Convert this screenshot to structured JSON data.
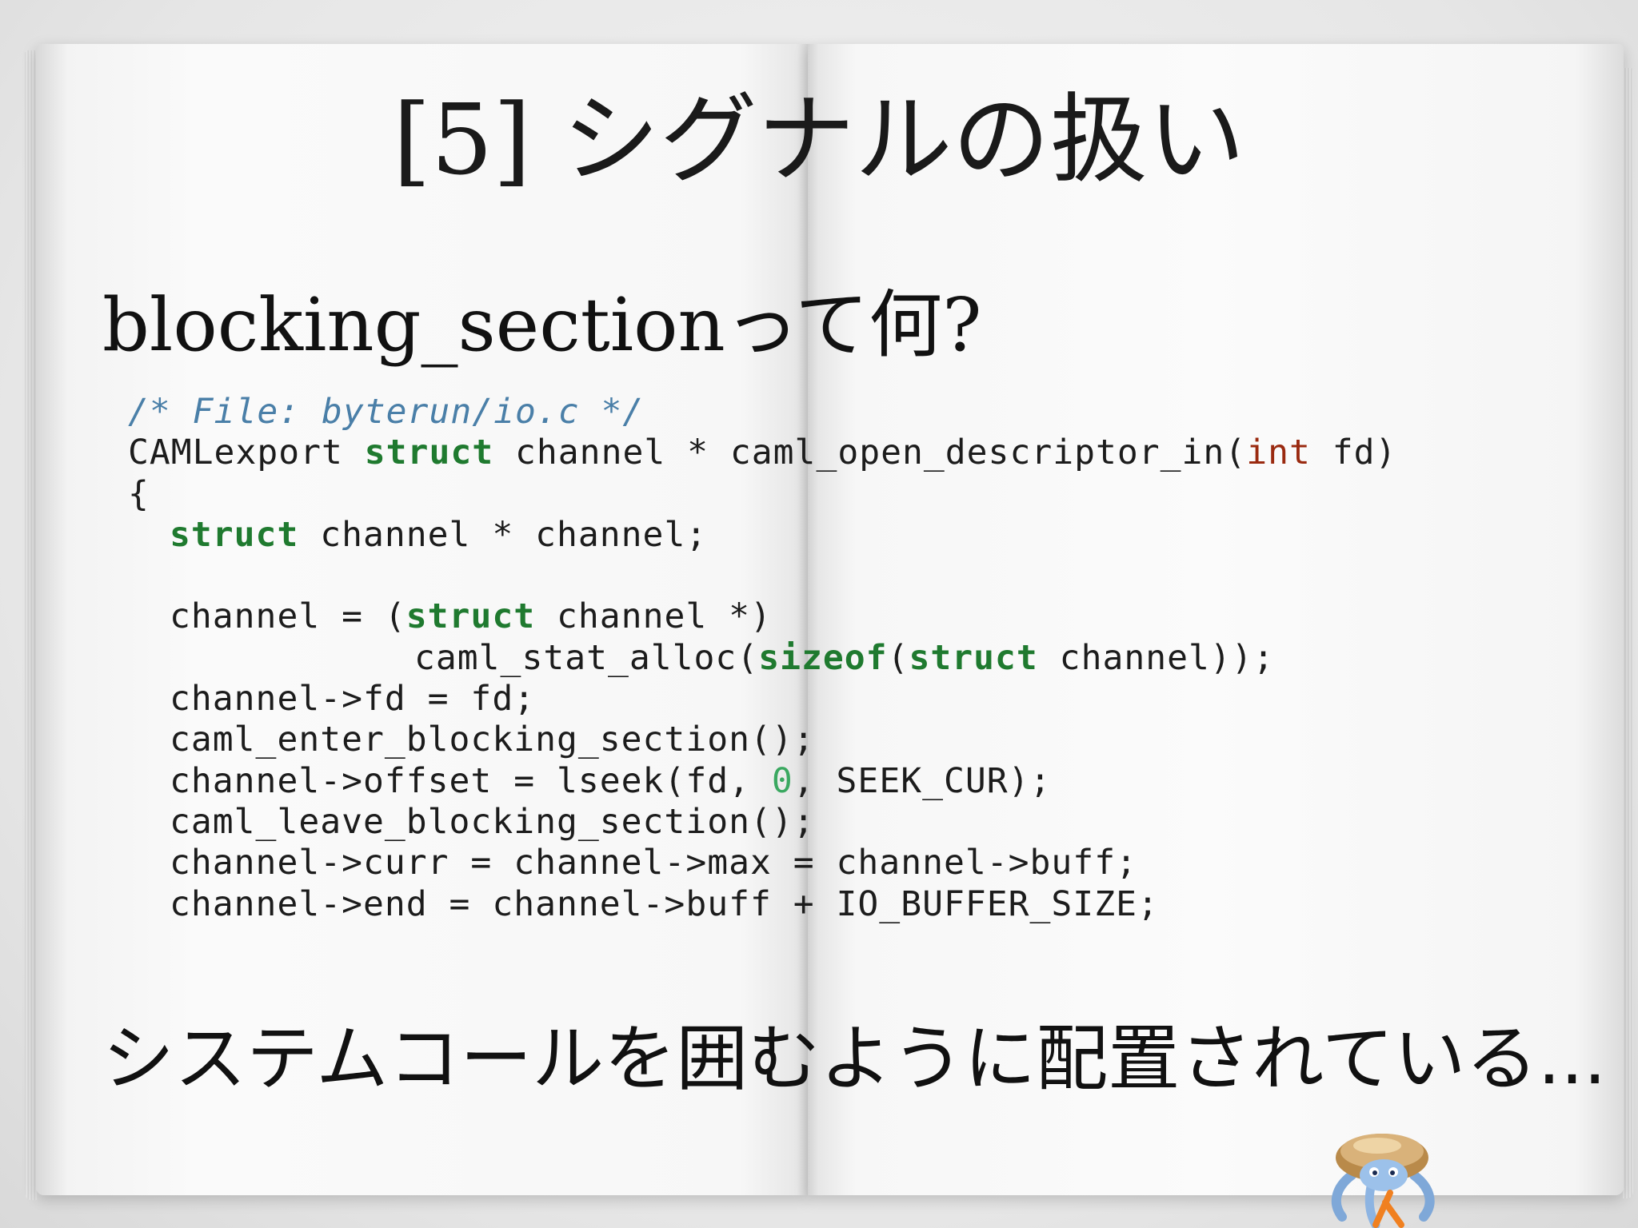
{
  "slide": {
    "title": "[5] シグナルの扱い",
    "subtitle": "blocking_sectionって何?",
    "conclusion": "システムコールを囲むように配置されている..."
  },
  "code": {
    "comment": "/* File: byterun/io.c */",
    "line2": {
      "prefix": "CAMLexport ",
      "kw": "struct",
      "middle": " channel * caml_open_descriptor_in(",
      "type": "int",
      "suffix": " fd)"
    },
    "line3": "{",
    "line4": {
      "kw": "struct",
      "rest": " channel * channel;"
    },
    "line6": {
      "prefix": "channel = (",
      "kw": "struct",
      "rest": " channel *)"
    },
    "line7": {
      "prefix": "caml_stat_alloc(",
      "kw1": "sizeof",
      "paren": "(",
      "kw2": "struct",
      "rest": " channel));"
    },
    "line8": "channel->fd = fd;",
    "line9": "caml_enter_blocking_section();",
    "line10": {
      "prefix": "channel->offset = lseek(fd, ",
      "num": "0",
      "rest": ", SEEK_CUR);"
    },
    "line11": "caml_leave_blocking_section();",
    "line12": "channel->curr = channel->max = channel->buff;",
    "line13": "channel->end = channel->buff + IO_BUFFER_SIZE;"
  },
  "colors": {
    "keyword": "#1f7a2f",
    "comment": "#4a7fa8",
    "type": "#9a2a10",
    "number": "#3aa860",
    "text": "#1c1c1c"
  },
  "icons": {
    "logo": "ocaml-camel-mascot-icon"
  }
}
